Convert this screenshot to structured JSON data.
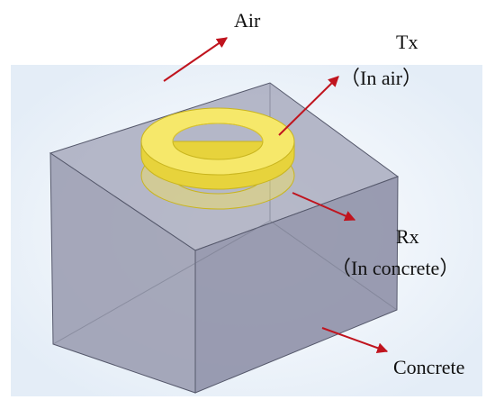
{
  "labels": {
    "air": "Air",
    "tx_name": "Tx",
    "tx_sub": "（In air）",
    "rx_name": "Rx",
    "rx_sub": "（In concrete）",
    "concrete": "Concrete"
  },
  "colors": {
    "arrow": "#c0141e",
    "block_top": "#a9abbe",
    "block_left": "#9c9eb3",
    "block_front": "#8f91a8",
    "block_edge": "#55586b",
    "coil_fill": "#f3e35a",
    "coil_edge": "#c9b51e",
    "background_glow": "#e4edf7"
  }
}
